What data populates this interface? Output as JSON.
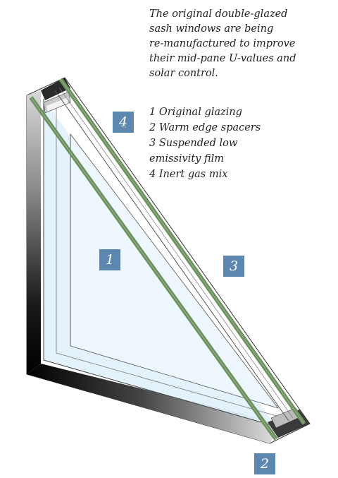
{
  "description": "The original double-glazed\nsash windows are being\nre-manufactured to improve\ntheir mid-pane U-values and\nsolar control.",
  "legend": [
    "1 Original glazing",
    "2 Warm edge spacers",
    "3 Suspended low",
    "emissivity film",
    "4 Inert gas mix"
  ],
  "badges": {
    "one": "1",
    "two": "2",
    "three": "3",
    "four": "4"
  },
  "colors": {
    "badge": "#5b87b0",
    "glass_edge": "#6b8f5e",
    "glass_tint": "#dbeefa",
    "frame_dark": "#111111"
  }
}
